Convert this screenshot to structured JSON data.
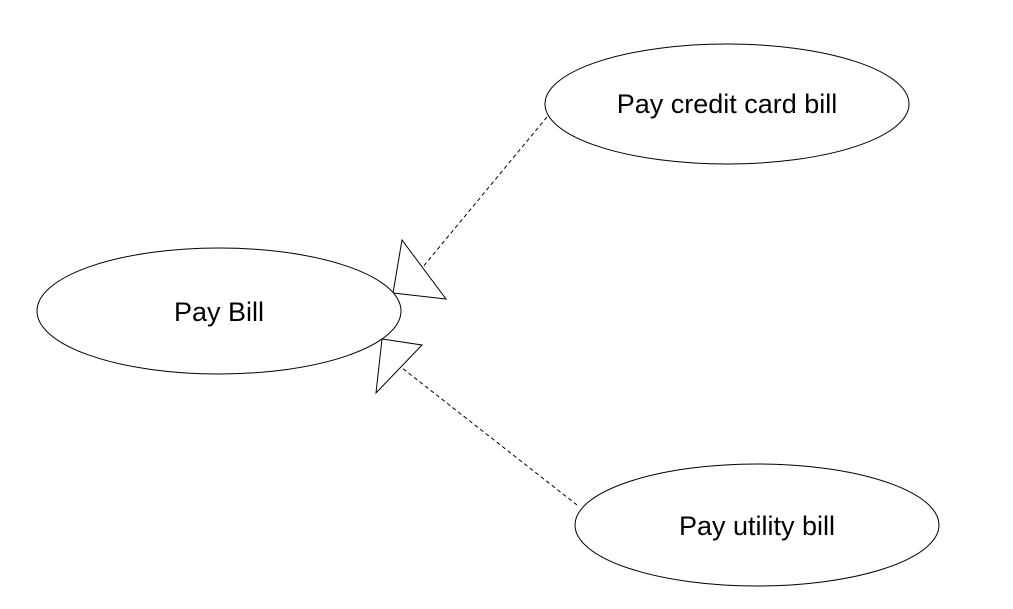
{
  "diagram": {
    "use_cases": [
      {
        "label": "Pay Bill"
      },
      {
        "label": "Pay credit card bill"
      },
      {
        "label": "Pay utility bill"
      }
    ],
    "relationships": [
      {
        "from": "Pay credit card bill",
        "to": "Pay Bill",
        "kind": "generalization"
      },
      {
        "from": "Pay utility bill",
        "to": "Pay Bill",
        "kind": "generalization"
      }
    ]
  }
}
